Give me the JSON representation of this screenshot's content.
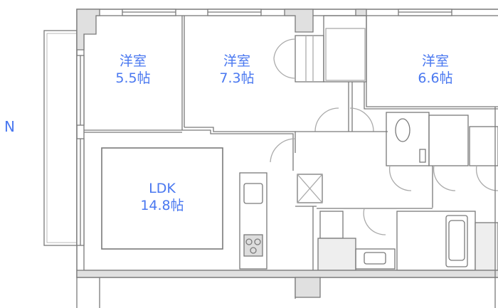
{
  "compass": {
    "label": "N"
  },
  "rooms": [
    {
      "name": "洋室",
      "size": "5.5帖"
    },
    {
      "name": "洋室",
      "size": "7.3帖"
    },
    {
      "name": "洋室",
      "size": "6.6帖"
    },
    {
      "name": "LDK",
      "size": "14.8帖"
    }
  ],
  "colors": {
    "label": "#4a78f0",
    "wall": "#808080",
    "wall_fill": "#e0e0e0"
  }
}
